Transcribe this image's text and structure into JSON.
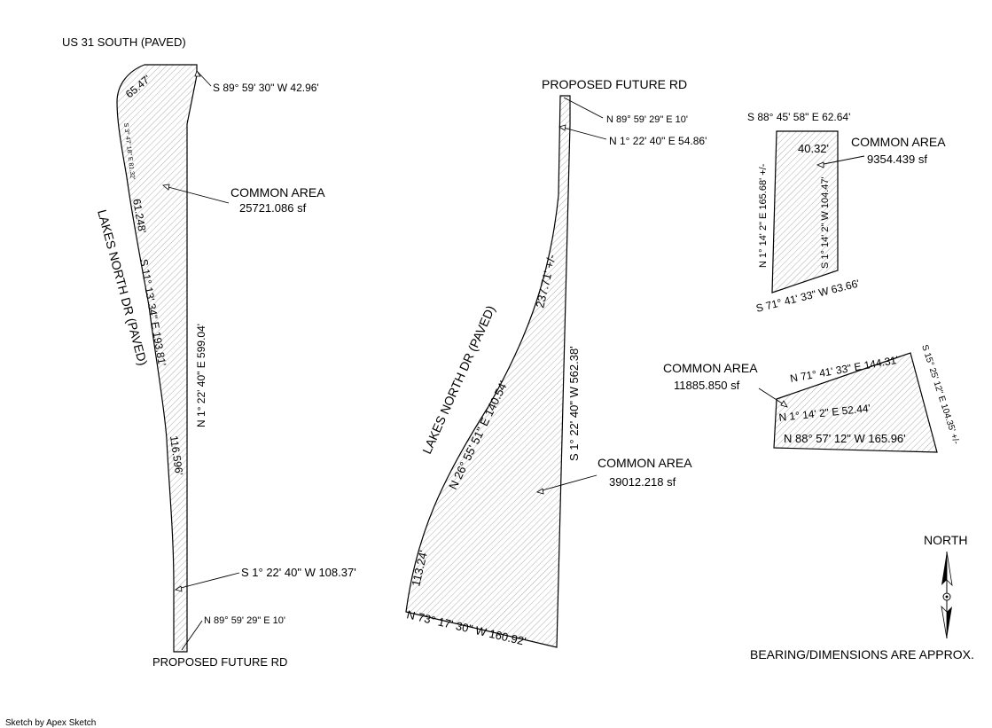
{
  "roads": {
    "us31": "US 31 SOUTH (PAVED)",
    "proposed_top": "PROPOSED FUTURE RD",
    "proposed_bottom": "PROPOSED FUTURE RD",
    "lakes_left": "LAKES NORTH DR (PAVED)",
    "lakes_mid": "LAKES NORTH DR (PAVED)"
  },
  "parcel_a": {
    "area_label": "COMMON AREA",
    "area_value": "25721.086 sf",
    "top_bearing": "S 89° 59' 30\" W  42.96'",
    "arc_top": "65.47'",
    "small_bearing": "S 3° 47' 18\" E 81.32'",
    "arc_mid": "61.248'",
    "left_bearing": "S 11° 13' 34\" E  193.81'",
    "arc_bottom": "116.596'",
    "right_bearing": "N 1° 22' 40\" E  599.04'",
    "lower_bearing": "S 1° 22' 40\" W  108.37'",
    "bottom_bearing": "N 89° 59' 29\" E  10'"
  },
  "parcel_b": {
    "area_label": "COMMON AREA",
    "area_value": "39012.218 sf",
    "top_bearing": "N 89° 59' 29\" E  10'",
    "second_bearing": "N  1° 22' 40\" E  54.86'",
    "arc_top": "237.71' +/-",
    "right_bearing": "S 1° 22' 40\" W  562.38'",
    "diag_bearing": "N 26° 55' 51\" E  140.54'",
    "arc_bottom": "113.24'",
    "bottom_bearing": "N 73° 17' 30\" W  160.92'"
  },
  "parcel_c": {
    "area_label": "COMMON AREA",
    "area_value": "9354.439 sf",
    "top_bearing": "S 88° 45' 58\" E  62.64'",
    "top_inner": "40.32'",
    "left_bearing": "N 1° 14' 2\" E  165.68' +/-",
    "right_bearing": "S 1° 14' 2\" W  104.47'",
    "bottom_bearing": "S 71° 41' 33\" W  63.66'"
  },
  "parcel_d": {
    "area_label": "COMMON AREA",
    "area_value": "11885.850 sf",
    "top_bearing": "N 71° 41' 33\" E  144.31'",
    "right_bearing": "S 15° 25' 12\" E  104.35' +/-",
    "inner_bearing": "N 1° 14' 2\" E  52.44'",
    "bottom_bearing": "N 88°  57' 12\" W  165.96'"
  },
  "north_label": "NORTH",
  "disclaimer": "BEARING/DIMENSIONS ARE APPROX.",
  "credit": "Sketch by Apex Sketch",
  "colors": {
    "line": "#000000",
    "hatch": "#9a9a9a",
    "background": "#ffffff"
  }
}
